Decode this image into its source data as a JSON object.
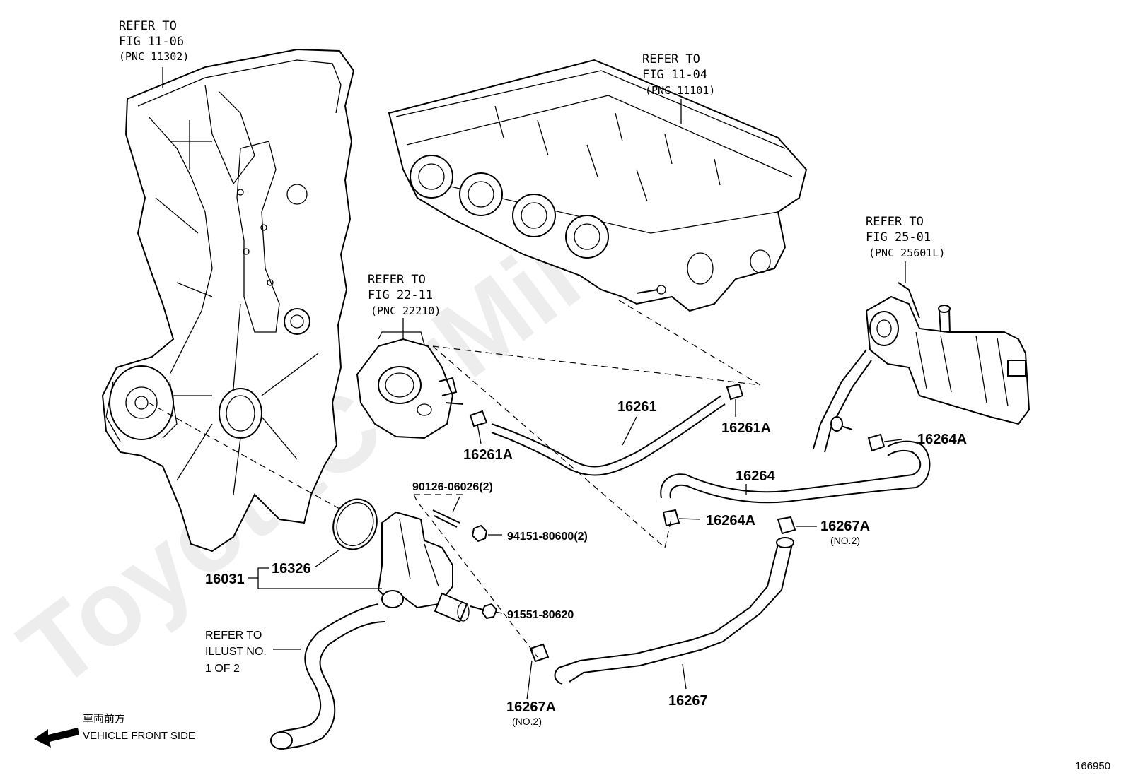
{
  "watermark": "ToyotaCarMine.ru",
  "references": {
    "timing_cover": {
      "line1": "REFER TO",
      "line2": "FIG 11-06",
      "line3": "(PNC 11302)"
    },
    "cylinder_head": {
      "line1": "REFER TO",
      "line2": "FIG 11-04",
      "line3": "(PNC 11101)"
    },
    "throttle_body": {
      "line1": "REFER TO",
      "line2": "FIG 22-11",
      "line3": "(PNC 22210)"
    },
    "egr_cooler": {
      "line1": "REFER TO",
      "line2": "FIG 25-01",
      "line3": "(PNC 25601L)"
    },
    "hose_illust": {
      "line1": "REFER TO",
      "line2": "ILLUST NO.",
      "line3": "1 OF 2"
    }
  },
  "callouts": {
    "c16261": "16261",
    "c16261a_right": "16261A",
    "c16261a_left": "16261A",
    "c16264": "16264",
    "c16264a_right": "16264A",
    "c16264a_left": "16264A",
    "c16267a_right": "16267A",
    "c16267a_right_note": "(NO.2)",
    "c16267a_bottom": "16267A",
    "c16267a_bottom_note": "(NO.2)",
    "c16267": "16267",
    "c16031": "16031",
    "c16326": "16326",
    "c90126": "90126-06026(2)",
    "c94151": "94151-80600(2)",
    "c91551": "91551-80620"
  },
  "front_indicator": {
    "japanese": "車両前方",
    "english": "VEHICLE FRONT SIDE"
  },
  "diagram_number": "166950"
}
